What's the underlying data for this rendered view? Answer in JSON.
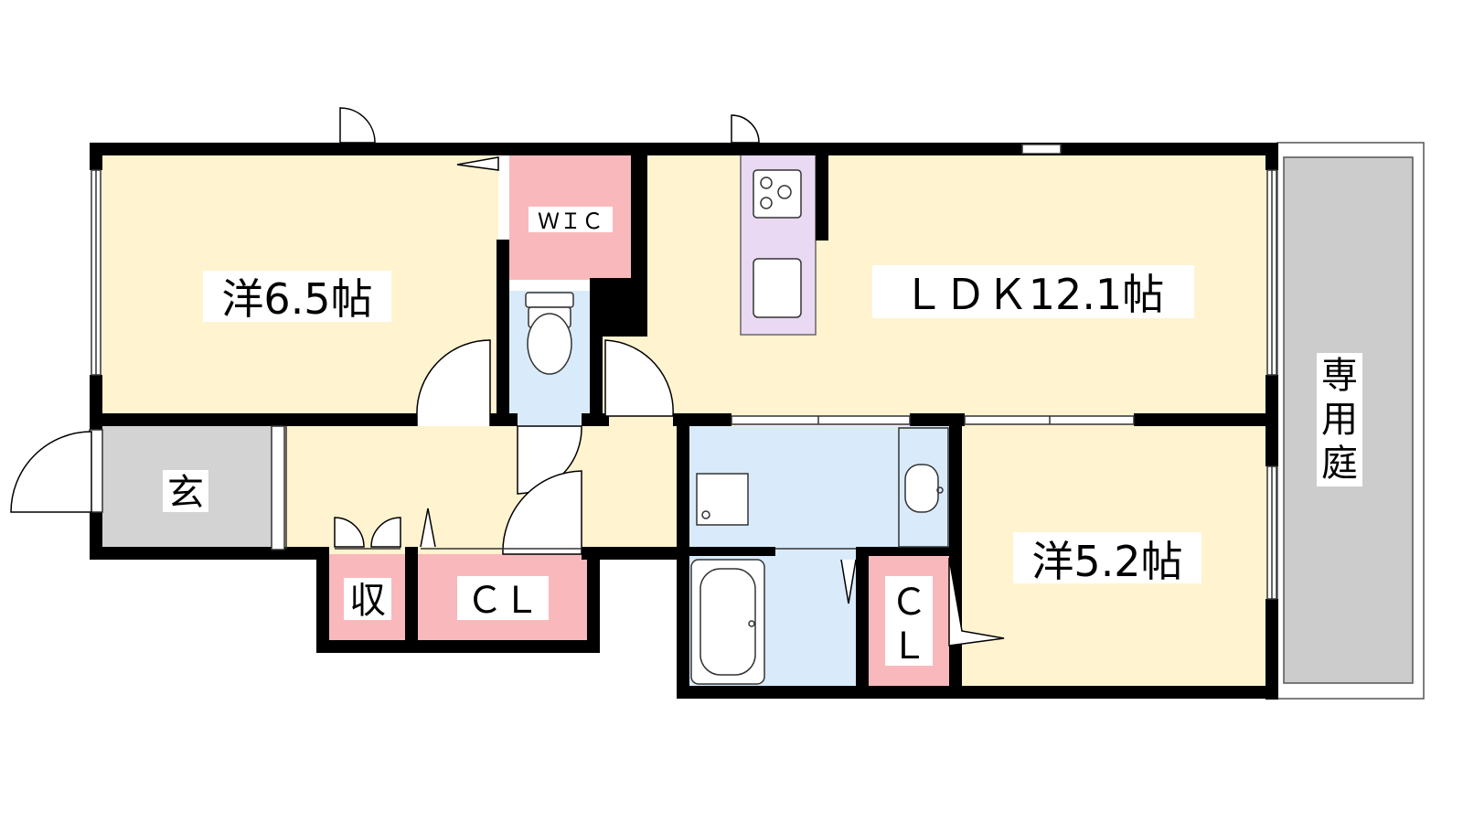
{
  "rooms": {
    "western_room_1": "洋6.5帖",
    "ldk": "ＬＤＫ12.1帖",
    "wic": "ＷＩＣ",
    "entrance": "玄",
    "storage": "収",
    "closet_1": "ＣＬ",
    "closet_2_line1": "Ｃ",
    "closet_2_line2": "Ｌ",
    "western_room_2": "洋5.2帖",
    "private_garden_1": "専",
    "private_garden_2": "用",
    "private_garden_3": "庭"
  },
  "colors": {
    "room_floor": "#FFF3D0",
    "wet_area": "#D9EBFA",
    "closet": "#F9B9BC",
    "entrance": "#D3D3D3",
    "kitchen": "#EAD9F2",
    "garden": "#CCCCCC",
    "wall": "#000000"
  }
}
